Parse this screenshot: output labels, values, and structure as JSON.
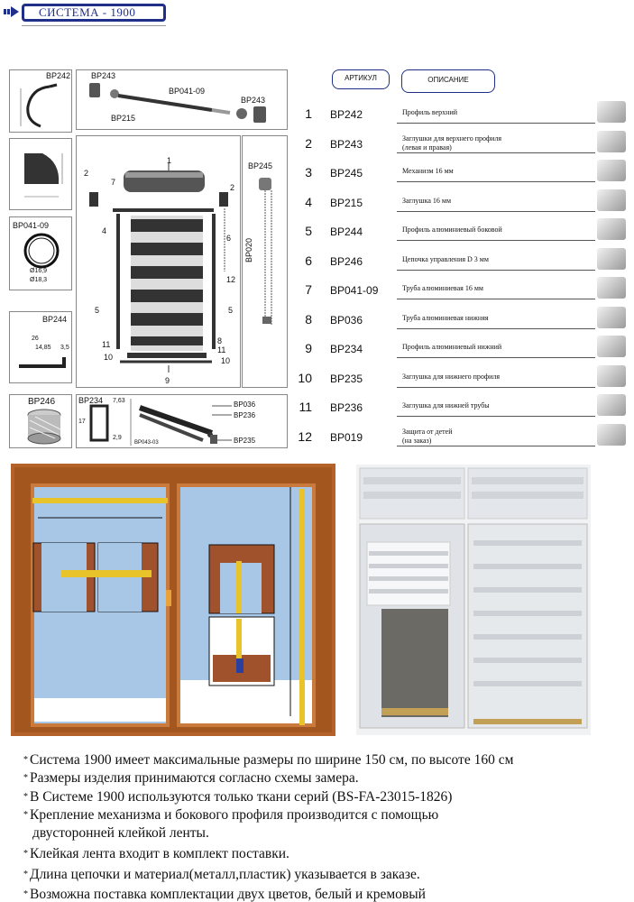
{
  "header": {
    "title": "СИСТЕМА - 1900"
  },
  "table": {
    "col_article": "АРТИКУЛ",
    "col_description": "ОПИСАНИЕ",
    "rows": [
      {
        "num": "1",
        "code": "BP242",
        "desc": "Профиль верхний"
      },
      {
        "num": "2",
        "code": "BP243",
        "desc": "Заглушки для верхнего профиля",
        "desc2": "(левая и правая)"
      },
      {
        "num": "3",
        "code": "BP245",
        "desc": "Механизм  16 мм"
      },
      {
        "num": "4",
        "code": "BP215",
        "desc": "Заглушка  16 мм"
      },
      {
        "num": "5",
        "code": "BP244",
        "desc": "Профиль алюминиевый  боковой"
      },
      {
        "num": "6",
        "code": "BP246",
        "desc": "Цепочка управления D 3 мм"
      },
      {
        "num": "7",
        "code": "BP041-09",
        "desc": "Труба алюминиевая  16 мм"
      },
      {
        "num": "8",
        "code": "BP036",
        "desc": "Труба алюминиевая нижняя"
      },
      {
        "num": "9",
        "code": "BP234",
        "desc": "Профиль алюминиевый нижний"
      },
      {
        "num": "10",
        "code": "BP235",
        "desc": "Заглушка для нижнего профиля"
      },
      {
        "num": "11",
        "code": "BP236",
        "desc": "Заглушка для нижней трубы"
      },
      {
        "num": "12",
        "code": "BP019",
        "desc": "Защита от детей",
        "desc2": "(на заказ)"
      }
    ]
  },
  "diagram": {
    "bp242": "BP242",
    "bp243_left": "BP243",
    "bp243_right": "BP243",
    "bp041": "BP041-09",
    "bp215": "BP215",
    "bp245": "BP245",
    "bp020": "BP020",
    "bp041_box": "BP041-09",
    "bp244": "BP244",
    "bp246": "BP246",
    "bp234": "BP234",
    "bp036": "BP036",
    "bp236": "BP236",
    "bp235": "BP235",
    "bp043": "BP043-03",
    "dim_16_9": "Ø16,9",
    "dim_18_3": "Ø18,3",
    "dim_26": "26",
    "dim_14_85": "14,85",
    "dim_3_5": "3,5",
    "dim_7_63": "7,63",
    "dim_17": "17",
    "dim_2_9": "2,9",
    "callouts": {
      "c1": "1",
      "c2a": "2",
      "c2b": "2",
      "c4": "4",
      "c7": "7",
      "c6": "6",
      "c12": "12",
      "c5a": "5",
      "c5b": "5",
      "c11a": "11",
      "c11b": "11",
      "c8": "8",
      "c10a": "10",
      "c10b": "10",
      "c9": "9"
    }
  },
  "notes": [
    "Система 1900 имеет максимальные размеры по ширине 150 см, по высоте 160 см",
    "Размеры изделия принимаются согласно схемы замера.",
    "В Системе 1900 используются только ткани серий (BS-FA-23015-1826)",
    "Крепление  механизма и бокового  профиля производится с помощью",
    "двусторонней клейкой ленты.",
    "Клейкая лента входит в комплект поставки.",
    "Длина цепочки и материал(металл,пластик) указывается в заказе.",
    "Возможна поставка комплектации двух цветов, белый и кремовый"
  ],
  "colors": {
    "frame_brown": "#b5622a",
    "glass_blue": "#a8c6e6",
    "accent_navy": "#1f2f8a",
    "tape_yellow": "#e8c32a"
  }
}
